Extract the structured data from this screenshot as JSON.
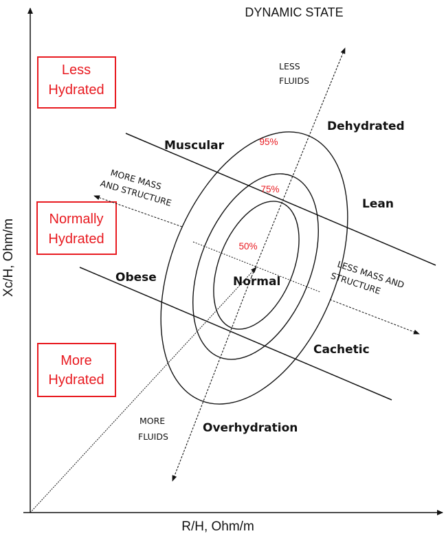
{
  "title": "DYNAMIC STATE",
  "axes": {
    "y_label": "Xc/H, Ohm/m",
    "x_label": "R/H, Ohm/m"
  },
  "hydration_boxes": [
    {
      "line1": "Less",
      "line2": "Hydrated"
    },
    {
      "line1": "Normally",
      "line2": "Hydrated"
    },
    {
      "line1": "More",
      "line2": "Hydrated"
    }
  ],
  "percent_labels": [
    "95%",
    "75%",
    "50%"
  ],
  "regions": {
    "dehydrated": "Dehydrated",
    "muscular": "Muscular",
    "lean": "Lean",
    "obese": "Obese",
    "normal": "Normal",
    "cachetic": "Cachetic",
    "overhydration": "Overhydration"
  },
  "annotations": {
    "less_fluids": [
      "LESS",
      "FLUIDS"
    ],
    "more_fluids": [
      "MORE",
      "FLUIDS"
    ],
    "more_mass": [
      "MORE MASS",
      "AND STRUCTURE"
    ],
    "less_mass": [
      "LESS MASS AND",
      "STRUCTURE"
    ]
  },
  "colors": {
    "accent_red": "#e8191f",
    "line": "#111111"
  }
}
